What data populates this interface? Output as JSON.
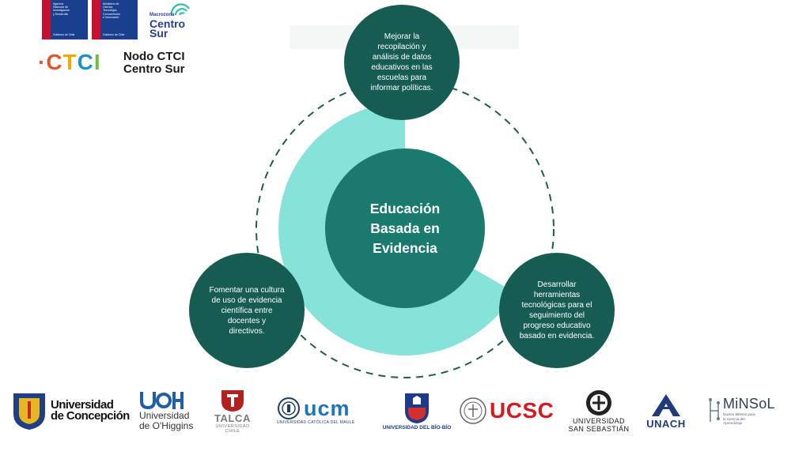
{
  "header": {
    "gov_badge_1": {
      "lines": [
        "Agencia",
        "Nacional de",
        "Investigación",
        "y Desarrollo"
      ],
      "footer": "Gobierno de Chile"
    },
    "gov_badge_2": {
      "lines": [
        "Ministerio de",
        "Ciencia,",
        "Tecnología,",
        "Conocimiento",
        "e Innovación"
      ],
      "footer": "Gobierno de Chile"
    },
    "macrozona": {
      "small": "Macrozona",
      "big_line1": "Centro",
      "big_line2": "Sur"
    },
    "ctci": {
      "word": "·CTCI",
      "nodo_line1": "Nodo CTCI",
      "nodo_line2": "Centro Sur"
    }
  },
  "diagram": {
    "center_label": [
      "Educación",
      "Basada en",
      "Evidencia"
    ],
    "nodes": [
      {
        "id": "top",
        "text": "Mejorar la recopilación y análisis de datos educativos en las escuelas para informar políticas."
      },
      {
        "id": "left",
        "text": "Fomentar una cultura de uso de evidencia científica entre docentes y directivos."
      },
      {
        "id": "right",
        "text": "Desarrollar herramientas tecnológicas para el seguimiento del progreso educativo basado en evidencia."
      }
    ],
    "colors": {
      "node_fill": "#175c52",
      "center_fill": "#1a7a6e",
      "ring_fill": "#86e3da",
      "dashed_ring": "#1d5d52"
    }
  },
  "footer_logos": {
    "udec": {
      "line1": "Universidad",
      "line2": "de Concepción"
    },
    "uoh": {
      "mark": "UOH",
      "line1": "Universidad",
      "line2": "de O'Higgins"
    },
    "talca": {
      "word": "TALCA",
      "sub1": "UNIVERSIDAD",
      "sub2": "CHILE"
    },
    "ucm": {
      "word": "ucm",
      "sub": "UNIVERSIDAD CATÓLICA DEL MAULE"
    },
    "ubb": {
      "sub": "UNIVERSIDAD DEL BÍO-BÍO"
    },
    "ucsc": {
      "word": "UCSC"
    },
    "uss": {
      "line1": "UNIVERSIDAD",
      "line2": "SAN SEBASTIÁN"
    },
    "unach": {
      "word": "UNACH"
    },
    "minsol": {
      "word": "MiNSoL",
      "sub": [
        "Núcleo Milenio para",
        "la Ciencia del",
        "Aprendizaje"
      ]
    }
  }
}
